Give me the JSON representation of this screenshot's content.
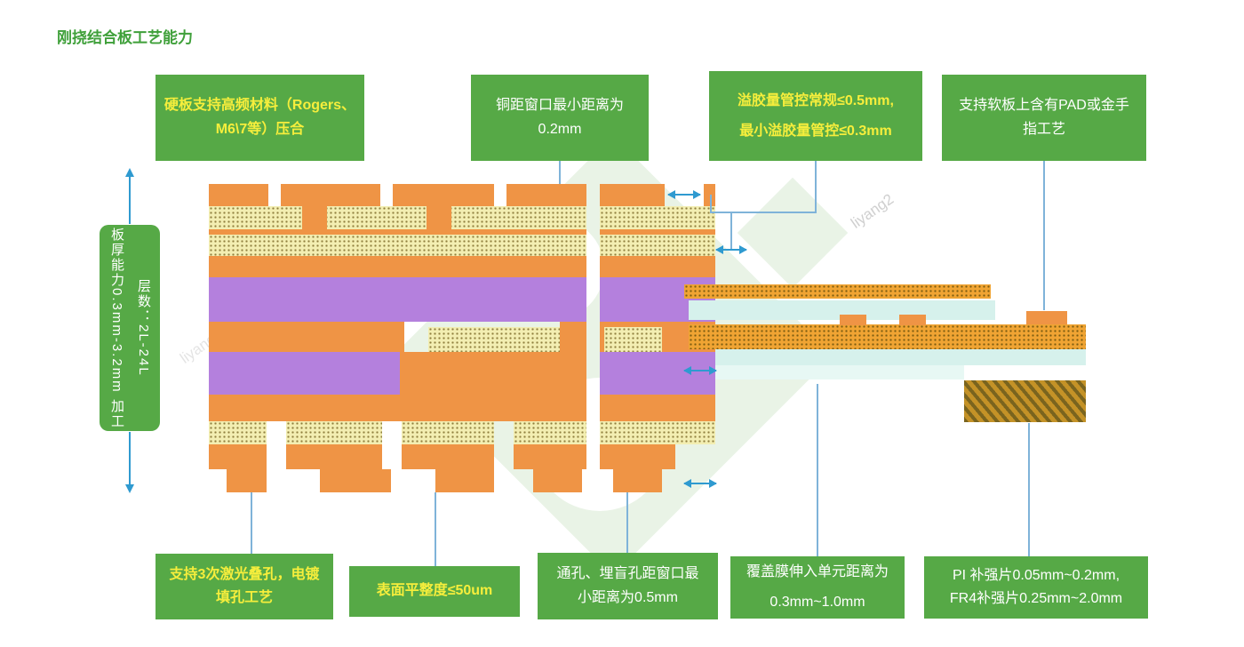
{
  "title": "刚挠结合板工艺能力",
  "watermark": {
    "text": "liyang2"
  },
  "colors": {
    "green_box": "#56a946",
    "yellow_text": "#f6ee3c",
    "white_text": "#ffffff",
    "copper_orange": "#ef9445",
    "core_purple": "#b480dd",
    "prepreg_yellow": "#f3eeb2",
    "flex_cyan": "#d6f1ec",
    "adhesive_orange": "#f0a433",
    "dimension_blue": "#2f9ad0",
    "connector_blue": "#7fb3d9",
    "title_green": "#3fa03a"
  },
  "boxes": {
    "hf": {
      "line1": "硬板支持高频材料（Rogers、",
      "line2": "M6\\7等）压合"
    },
    "copper_window": {
      "line1": "铜距窗口最小距离为",
      "line2": "0.2mm"
    },
    "glue": {
      "line1": "溢胶量管控常规≤0.5mm,",
      "line2": "最小溢胶量管控≤0.3mm"
    },
    "pad": {
      "line1": "支持软板上含有PAD或金手",
      "line2": "指工艺"
    },
    "thickness": {
      "line1": "板厚能力0.3mm-3.2mm",
      "line2": "加工层数：2L-24L"
    },
    "laser": {
      "line1": "支持3次激光叠孔，电镀",
      "line2": "填孔工艺"
    },
    "flatness": {
      "line1": "表面平整度≤50um"
    },
    "hole": {
      "line1": "通孔、埋盲孔距窗口最",
      "line2": "小距离为0.5mm"
    },
    "coverlay": {
      "line1": "覆盖膜伸入单元距离为",
      "line2": "0.3mm~1.0mm"
    },
    "stiffener": {
      "line1": "PI  补强片0.05mm~0.2mm,",
      "line2": "FR4补强片0.25mm~2.0mm"
    }
  }
}
